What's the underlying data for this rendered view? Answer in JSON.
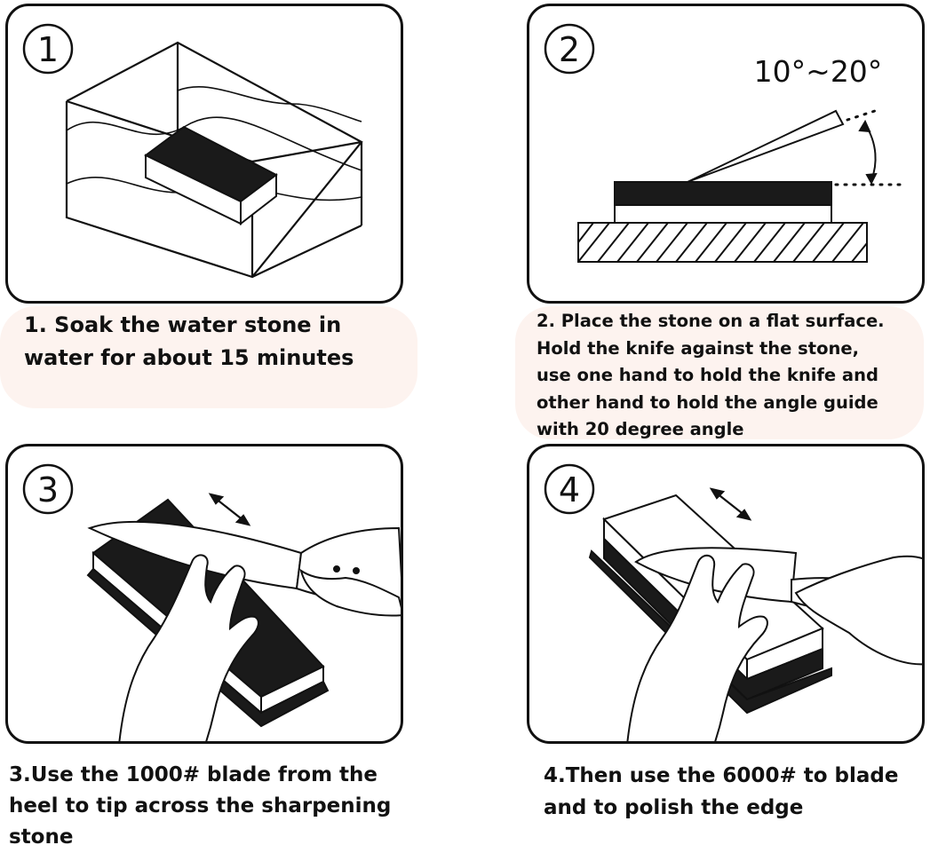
{
  "steps": [
    {
      "number": "1",
      "caption": "1. Soak the water stone in\nwater for about 15 minutes"
    },
    {
      "number": "2",
      "caption": "2. Place the stone on a flat surface.\nHold the knife against the stone,\nuse one hand to hold the knife and\nother hand to hold the angle guide\n with 20 degree angle",
      "angle_label": "10°~20°"
    },
    {
      "number": "3",
      "caption": "3.Use the 1000# blade from the\nheel to tip across the sharpening\nstone"
    },
    {
      "number": "4",
      "caption": "4.Then use the 6000# to blade\nand to polish the edge"
    }
  ],
  "colors": {
    "line": "#111111",
    "stone_dark": "#1a1a1a",
    "background": "#ffffff",
    "caption_tint": "#fdf3ef"
  }
}
